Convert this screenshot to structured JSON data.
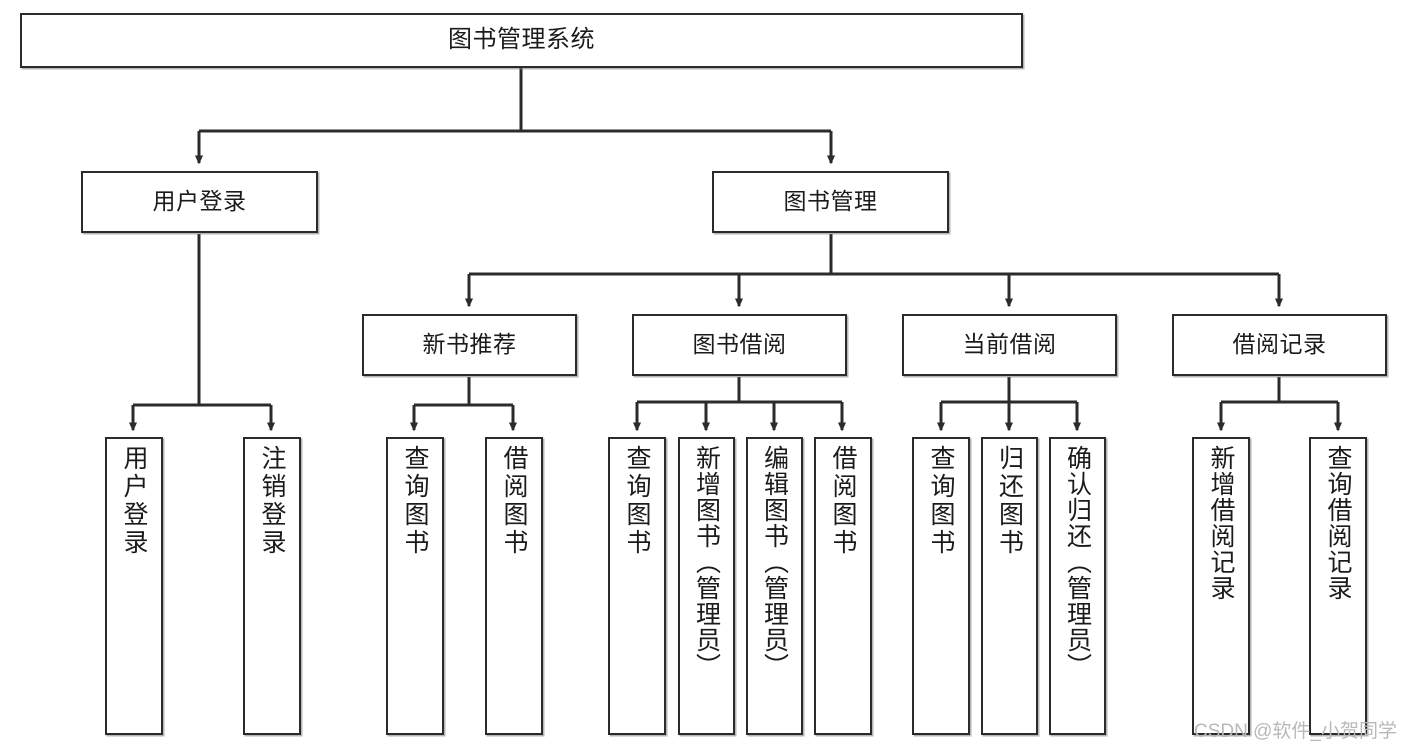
{
  "diagram": {
    "title": "图书管理系统",
    "type": "hierarchy-tree",
    "watermark": "CSDN @软件_小贺同学",
    "colors": {
      "box_border": "#2b2b2b",
      "box_fill": "#ffffff",
      "edge": "#2b2b2b",
      "watermark": "#b9b9b9"
    },
    "nodes": {
      "root": {
        "label": "图书管理系统"
      },
      "level2": [
        {
          "label": "用户登录"
        },
        {
          "label": "图书管理"
        }
      ],
      "level3": [
        {
          "label": "新书推荐"
        },
        {
          "label": "图书借阅"
        },
        {
          "label": "当前借阅"
        },
        {
          "label": "借阅记录"
        }
      ],
      "leaves": {
        "user_login": [
          {
            "label": "用户登录"
          },
          {
            "label": "注销登录"
          }
        ],
        "new_book": [
          {
            "label": "查询图书"
          },
          {
            "label": "借阅图书"
          }
        ],
        "book_borrow": [
          {
            "label": "查询图书"
          },
          {
            "label": "新增图书（管理员）"
          },
          {
            "label": "编辑图书（管理员）"
          },
          {
            "label": "借阅图书"
          }
        ],
        "current_borrow": [
          {
            "label": "查询图书"
          },
          {
            "label": "归还图书"
          },
          {
            "label": "确认归还（管理员）"
          }
        ],
        "borrow_record": [
          {
            "label": "新增借阅记录"
          },
          {
            "label": "查询借阅记录"
          }
        ]
      }
    }
  }
}
